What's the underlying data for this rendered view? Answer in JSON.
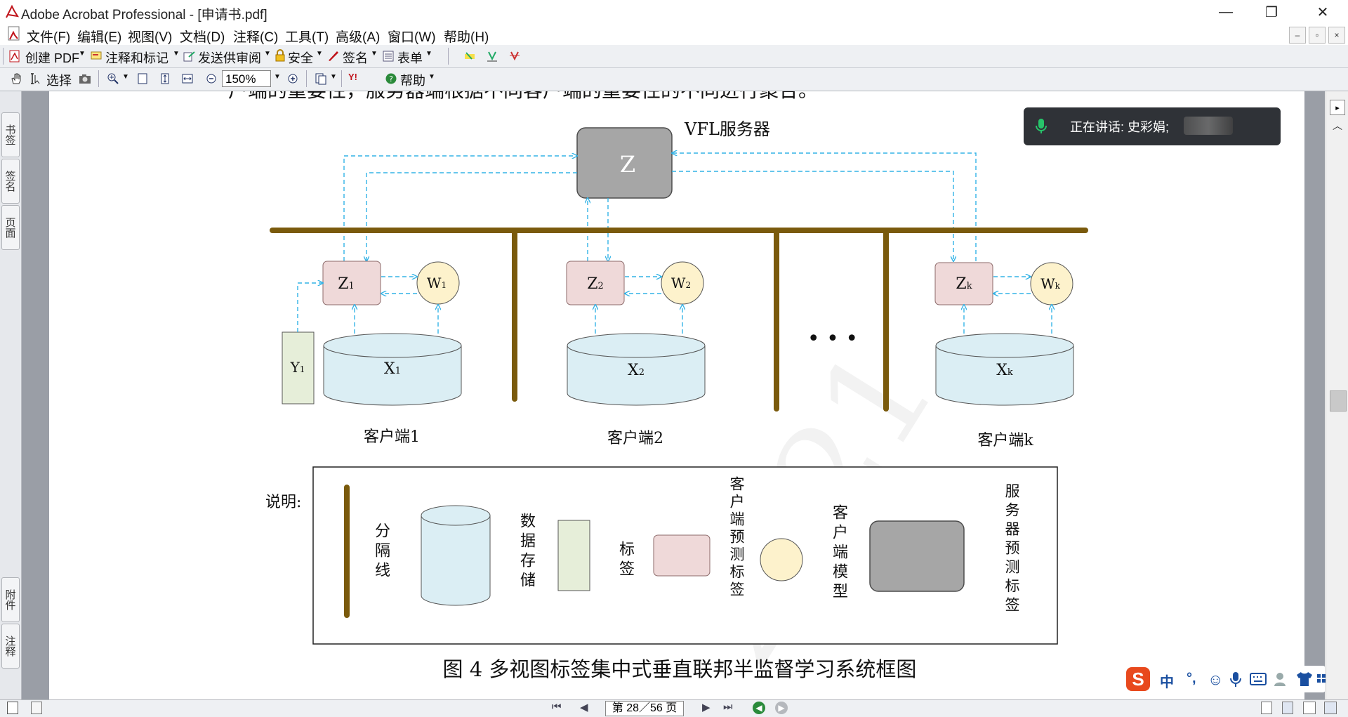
{
  "window": {
    "title": "Adobe Acrobat Professional - [申请书.pdf]",
    "controls": {
      "minimize": "—",
      "restore": "❐",
      "close": "✕"
    }
  },
  "menu": [
    "文件(F)",
    "编辑(E)",
    "视图(V)",
    "文档(D)",
    "注释(C)",
    "工具(T)",
    "高级(A)",
    "窗口(W)",
    "帮助(H)"
  ],
  "toolbar1": {
    "create_pdf": "创建 PDF",
    "comment_markup": "注释和标记",
    "send_review": "发送供审阅",
    "security": "安全",
    "sign": "签名",
    "forms": "表单"
  },
  "toolbar2": {
    "select": "选择",
    "zoom_value": "150%",
    "help": "帮助"
  },
  "nav_tabs": {
    "bookmarks": "书签",
    "signatures": "签名",
    "pages": "页面",
    "attachments": "附件",
    "comments": "注释"
  },
  "document": {
    "cut_line": "户端的重要性，服务器端根据不同客户端的重要性的不同进行聚合。",
    "server_label": "VFL服务器",
    "server_node": "Z",
    "clients": [
      {
        "z": "Z",
        "z_sub": "1",
        "w": "W",
        "w_sub": "1",
        "x": "X",
        "x_sub": "1",
        "y": "Y",
        "y_sub": "1",
        "caption": "客户端1"
      },
      {
        "z": "Z",
        "z_sub": "2",
        "w": "W",
        "w_sub": "2",
        "x": "X",
        "x_sub": "2",
        "caption": "客户端2"
      },
      {
        "z": "Z",
        "z_sub": "k",
        "w": "W",
        "w_sub": "k",
        "x": "X",
        "x_sub": "k",
        "caption": "客户端k"
      }
    ],
    "ellipsis": "• • •",
    "legend": {
      "title": "说明:",
      "divider": "分隔线",
      "data_store": "数据存储",
      "label": "标签",
      "client_pred": "客户端预测标签",
      "client_model": "客户端模型",
      "server_pred": "服务器预测标签"
    },
    "caption": "图 4  多视图标签集中式垂直联邦半监督学习系统框图",
    "watermark": "2021"
  },
  "speaking": {
    "text": "正在讲话: 史彩娟;"
  },
  "ime": {
    "lang": "中",
    "punct": "°,"
  },
  "status": {
    "page_indicator": "第 28／56 页"
  },
  "colors": {
    "divider": "#7a5a0c",
    "dashed": "#33b3e6",
    "server": "#a6a6a6",
    "db": "#dbeef4",
    "label": "#e6eed9",
    "client_pred": "#efd9d9",
    "model": "#fdf2cc"
  }
}
